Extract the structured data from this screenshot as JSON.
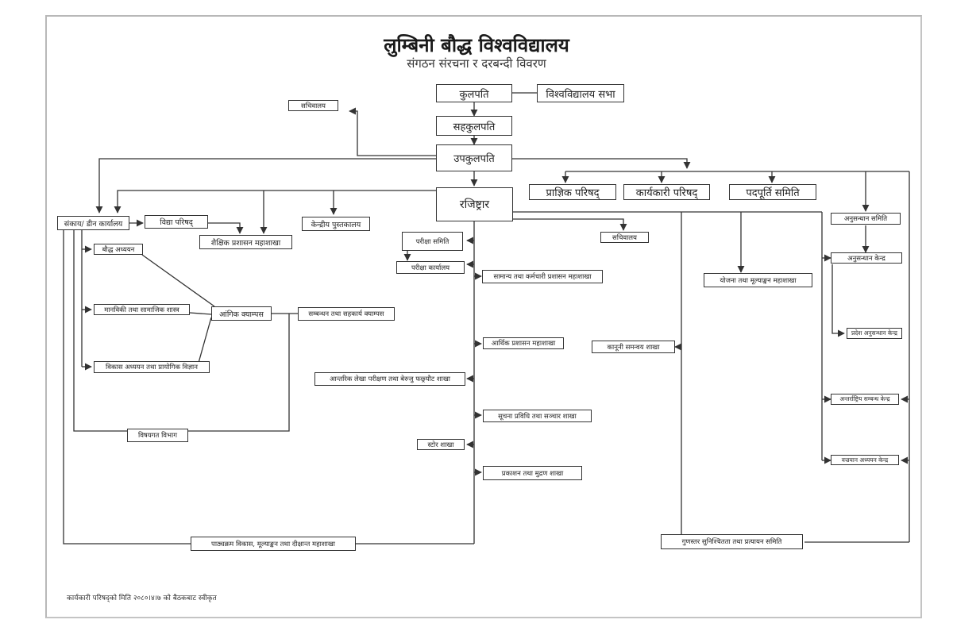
{
  "header": {
    "title": "लुम्बिनी बौद्ध विश्वविद्यालय",
    "subtitle": "संगठन संरचना र दरबन्दी विवरण"
  },
  "nodes": {
    "kulapati": "कुलपति",
    "vishwavidyalaya_sabha": "विश्वविद्यालय सभा",
    "sahakulapati": "सहकुलपति",
    "upakulapati": "उपकुलपति",
    "sachivalaya_top": "सचिवालय",
    "prajnik_parishad": "प्राज्ञिक परिषद्",
    "karyakari_parishad": "कार्यकारी परिषद्",
    "padapurti_samiti": "पदपूर्ति समिति",
    "registrar": "रजिष्ट्रार",
    "sankaya_dean": "संकाय/ डीन कार्यालय",
    "vidya_parishad": "विद्या परिषद्",
    "shaikshik_prashasan": "शैक्षिक प्रशासन महाशाखा",
    "kendriya_pustakalaya": "केन्द्रीय पुस्तकालय",
    "bauddha_adhyayan": "बौद्ध अध्ययन",
    "manaviki": "मानविकी तथा सामाजिक शास्त्र",
    "vikas_adhyayan": "विकास अध्ययन तथा प्रायोगिक विज्ञान",
    "angik_campus": "आंगिक क्याम्पस",
    "sambandhan_campus": "सम्बन्धन तथा सहकार्य क्याम्पस",
    "vishayagat_vibhag": "विषयगत विभाग",
    "pathyakram": "पाठ्यक्रम विकास, मूल्याङ्कन तथा दीक्षान्त महाशाखा",
    "pariksha_samiti": "परीक्षा समिति",
    "pariksha_karyalaya": "परीक्षा कार्यालय",
    "sachivalaya_reg": "सचिवालय",
    "samanya_karmachari": "सामान्य तथा कर्मचारी प्रशासन महाशाखा",
    "arthik_prashasan": "आर्थिक प्रशासन महाशाखा",
    "antarik_lekha": "आन्तरिक लेखा परीक्षण तथा बेरुजु फछ्र्यौट शाखा",
    "suchana_prabidhi": "सूचना प्रविधि तथा सञ्चार शाखा",
    "store_shakha": "स्टोर शाखा",
    "prakashan": "प्रकाशन तथा मुद्रण शाखा",
    "kanuni_samanvaya": "कानूनी समन्वय शाखा",
    "yojana": "योजना तथा मूल्याङ्कन महाशाखा",
    "gunastar": "गुणस्तर सुनिश्चितता तथा प्रत्यायन समिति",
    "anusandhan_samiti": "अनुसन्धान समिति",
    "anusandhan_kendra": "अनुसन्धान केन्द्र",
    "pradesh_anusandhan": "प्रदेश अनुसन्धान केन्द्र",
    "antarrashtriya": "अन्तर्राष्ट्रिय सम्बन्ध केन्द्र",
    "vajrayana": "वज्रयान अध्ययन केन्द्र"
  },
  "footer": {
    "note": "कार्यकारी परिषद्को मिति २०८०।४।७ को बैठकबाट स्वीकृत"
  },
  "colors": {
    "line": "#333333",
    "frame": "#bbbbbb"
  }
}
